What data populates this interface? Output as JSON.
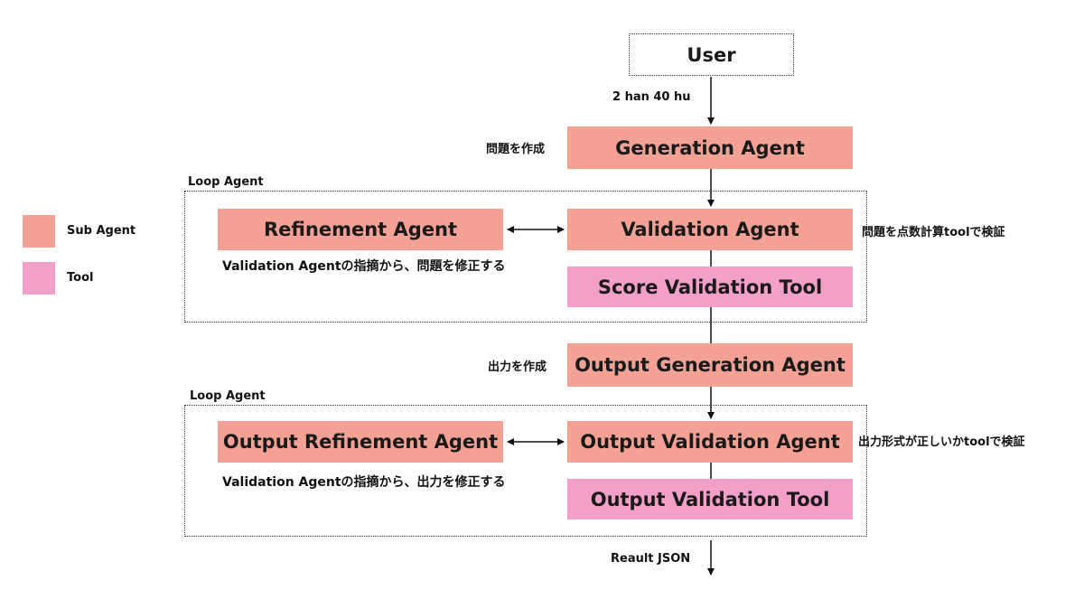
{
  "colors": {
    "sub_agent": "#f3a194",
    "tool": "#f2a0c9",
    "line": "#111111"
  },
  "legend": [
    {
      "label": "Sub Agent",
      "color": "#f3a194"
    },
    {
      "label": "Tool",
      "color": "#f2a0c9"
    }
  ],
  "nodes": {
    "user": "User",
    "generation_agent": "Generation Agent",
    "refinement_agent": "Refinement Agent",
    "validation_agent": "Validation Agent",
    "score_validation_tool": "Score Validation Tool",
    "output_generation_agent": "Output Generation Agent",
    "output_refinement_agent": "Output Refinement Agent",
    "output_validation_agent": "Output Validation Agent",
    "output_validation_tool": "Output Validation Tool"
  },
  "groups": {
    "loop1": "Loop Agent",
    "loop2": "Loop Agent"
  },
  "annotations": {
    "user_input": "2 han 40 hu",
    "generate_problem": "問題を作成",
    "validate_score": "問題を点数計算toolで検証",
    "refine_problem": "Validation Agentの指摘から、問題を修正する",
    "create_output": "出力を作成",
    "validate_format": "出力形式が正しいかtoolで検証",
    "refine_output": "Validation Agentの指摘から、出力を修正する",
    "result": "Reault JSON"
  }
}
